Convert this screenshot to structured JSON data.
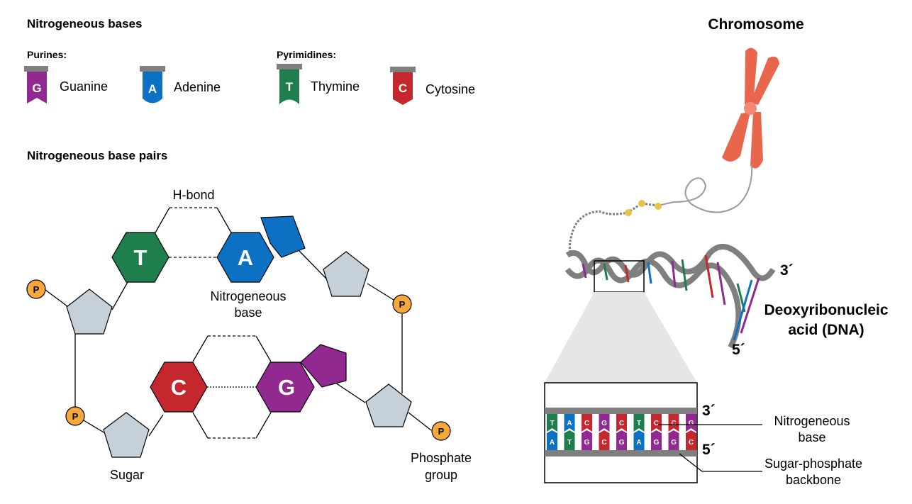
{
  "legend": {
    "title": "Nitrogeneous bases",
    "purines_label": "Purines:",
    "pyrimidines_label": "Pyrimidines:",
    "bases": [
      {
        "letter": "G",
        "name": "Guanine",
        "color": "#912991"
      },
      {
        "letter": "A",
        "name": "Adenine",
        "color": "#0C71C3"
      },
      {
        "letter": "T",
        "name": "Thymine",
        "color": "#1E7F4C"
      },
      {
        "letter": "C",
        "name": "Cytosine",
        "color": "#C4272E"
      }
    ],
    "cap_color": "#808080"
  },
  "pairs": {
    "title": "Nitrogeneous base pairs",
    "hbond_label": "H-bond",
    "nitro_label": [
      "Nitrogeneous",
      "base"
    ],
    "sugar_label": "Sugar",
    "phosphate_label": [
      "Phosphate",
      "group"
    ],
    "phosphate_symbol": "P",
    "top_pair": [
      "T",
      "A"
    ],
    "bottom_pair": [
      "C",
      "G"
    ],
    "sugar_color": "#C5D0D8",
    "phosphate_color": "#F6A93B"
  },
  "chromosome": {
    "title": "Chromosome",
    "color": "#E8674C"
  },
  "dna": {
    "title": [
      "Deoxyribonucleic",
      "acid (DNA)"
    ],
    "end_3": "3´",
    "end_5": "5´",
    "backbone_color": "#7F7F7F"
  },
  "zoom": {
    "end_3": "3´",
    "end_5": "5´",
    "top_strand": [
      "T",
      "A",
      "C",
      "G",
      "C",
      "T",
      "C",
      "C",
      "G"
    ],
    "bottom_strand": [
      "A",
      "T",
      "G",
      "C",
      "G",
      "A",
      "G",
      "G",
      "C"
    ],
    "callout_base": [
      "Nitrogeneous",
      "base"
    ],
    "callout_backbone": [
      "Sugar-phosphate",
      "backbone"
    ]
  }
}
